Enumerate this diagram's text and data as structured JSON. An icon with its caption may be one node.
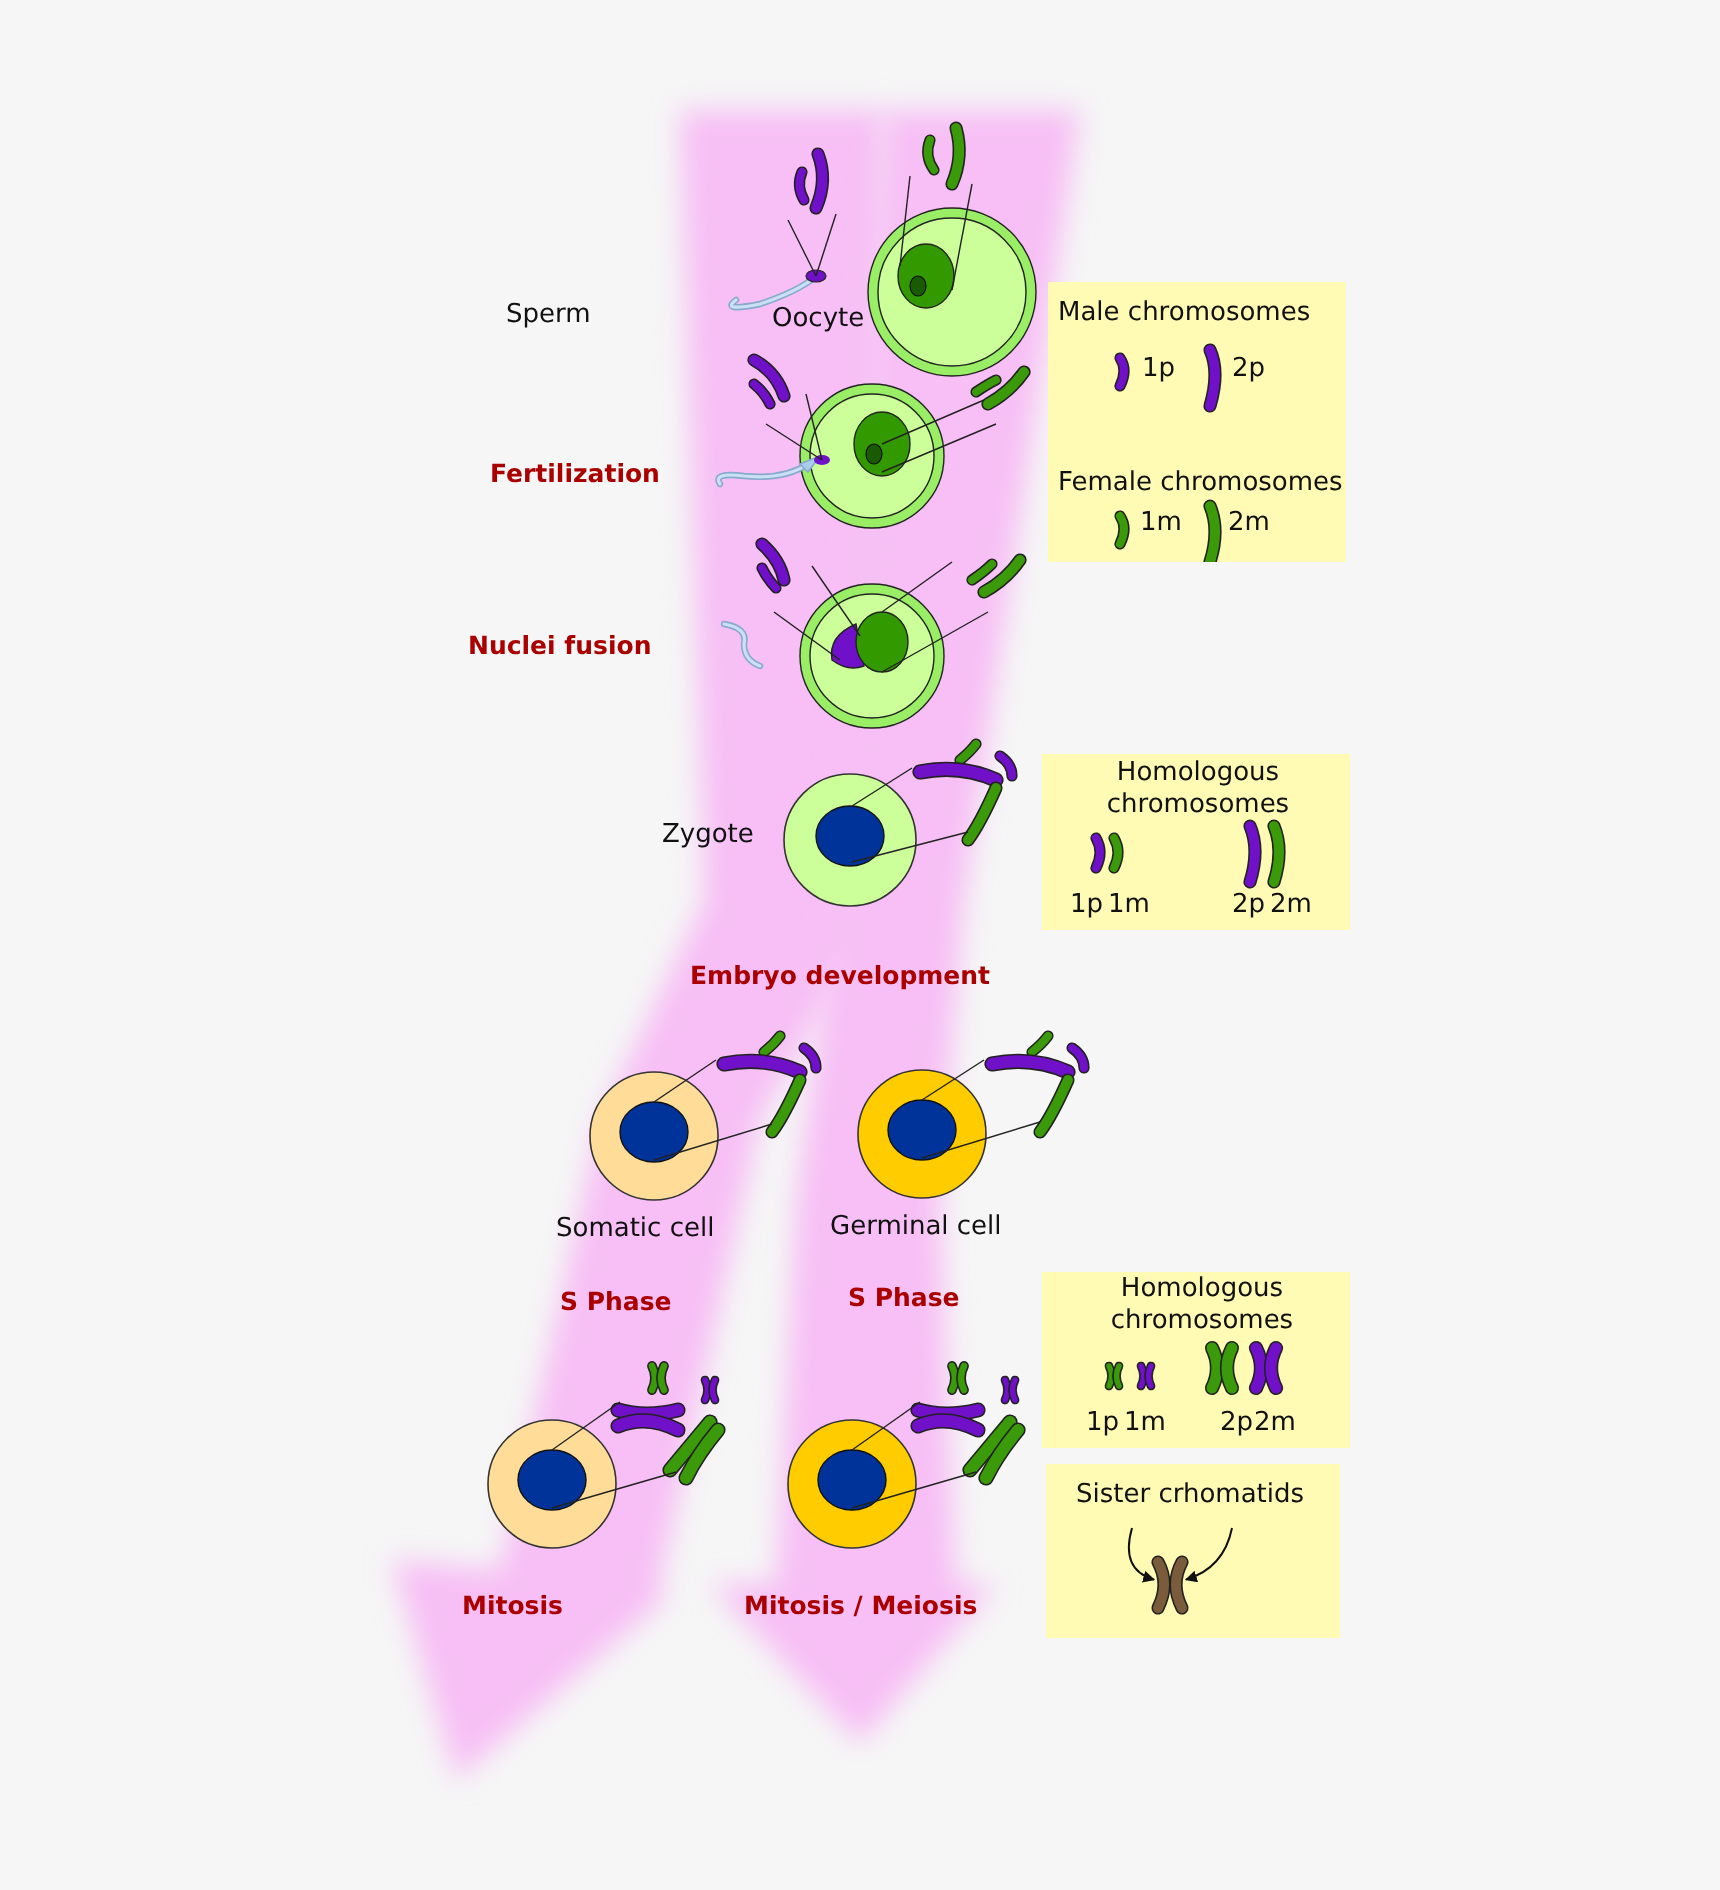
{
  "diagram": {
    "nodes": [
      {
        "text": [],
        "shape": "picture"
      },
      {
        "text": [],
        "shape": "picture",
        "beside": [
          "Oocyte"
        ]
      },
      {
        "text": [],
        "shape": "picture"
      },
      {
        "text": [],
        "shape": "picture"
      },
      {
        "text": [],
        "shape": "picture",
        "beside": [
          "Zygote"
        ]
      },
      {
        "text": [],
        "shape": "picture",
        "beside": [
          "Somatic cell"
        ]
      },
      {
        "text": [],
        "shape": "picture",
        "beside": [
          "Germinal cell"
        ]
      },
      {
        "text": [],
        "shape": "picture"
      },
      {
        "text": [],
        "shape": "picture"
      },
      {
        "text": [
          "Male chromosomes",
          "1p",
          "2p",
          "Female chromosomes",
          "1m",
          "2m"
        ]
      },
      {
        "text": [
          "Homologous chromosomes",
          "1p",
          "1m",
          "2p",
          "2m"
        ]
      },
      {
        "text": [
          "Homologous chromosomes",
          "1p",
          "1m",
          "2p",
          "2m"
        ]
      },
      {
        "text": [
          "Sister crhomatids"
        ]
      },
      {
        "text": [],
        "shape": "picture",
        "in": 12
      }
    ],
    "edges": [
      {
        "from": null,
        "to": 13,
        "arrow": "to"
      },
      {
        "from": null,
        "to": 13,
        "arrow": "to"
      }
    ],
    "labels": [
      "Sperm",
      "Fertilization",
      "Nuclei fusion",
      "Embryo development",
      "S Phase",
      "S Phase",
      "Mitosis",
      "Mitosis / Meiosis"
    ]
  }
}
